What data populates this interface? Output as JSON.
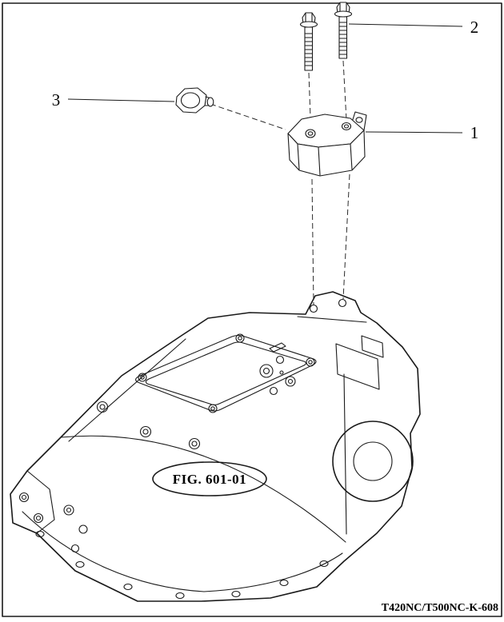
{
  "colors": {
    "ink": "#1a1a1a",
    "background": "#ffffff"
  },
  "labels": {
    "callout_1": "1",
    "callout_2": "2",
    "callout_3": "3"
  },
  "figure": {
    "label": "FIG. 601-01"
  },
  "footer": {
    "doc_code": "T420NC/T500NC-K-608"
  }
}
